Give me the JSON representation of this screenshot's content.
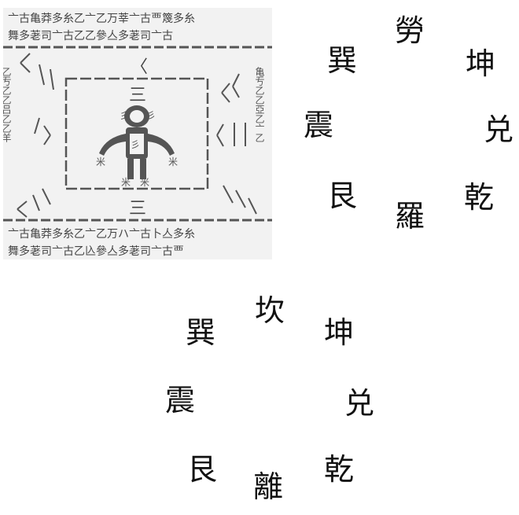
{
  "artifact": {
    "strip_glyphs": {
      "top_row1": "亠古亀莽多糸乙亠乙万莘亠古覀篾多糸",
      "top_row2": "舞多荖司亠古乙乙參亼多荖司亠古",
      "bottom_row1": "亠古亀莽多糸乙亠乙万ハ亠古卜亼多糸",
      "bottom_row2": "舞多荖司亠古乙兦參亼多荖司亠古覀",
      "left_col": "乙亐乙乙吕乙乙羊",
      "right_col": "亀亐乙乙亞乙亠乙"
    },
    "top_mark": "三",
    "bottom_mark": "三",
    "figure_marks": [
      "彡",
      "彡"
    ],
    "side_strokes": {
      "left": "〉〉",
      "right": "〈〈"
    }
  },
  "circle_top": {
    "center": "勞",
    "items": [
      "巽",
      "坤",
      "震",
      "兑",
      "艮",
      "乾",
      "羅"
    ]
  },
  "circle_bottom": {
    "center": "坎",
    "items": [
      "巽",
      "坤",
      "震",
      "兑",
      "艮",
      "乾",
      "離"
    ]
  }
}
